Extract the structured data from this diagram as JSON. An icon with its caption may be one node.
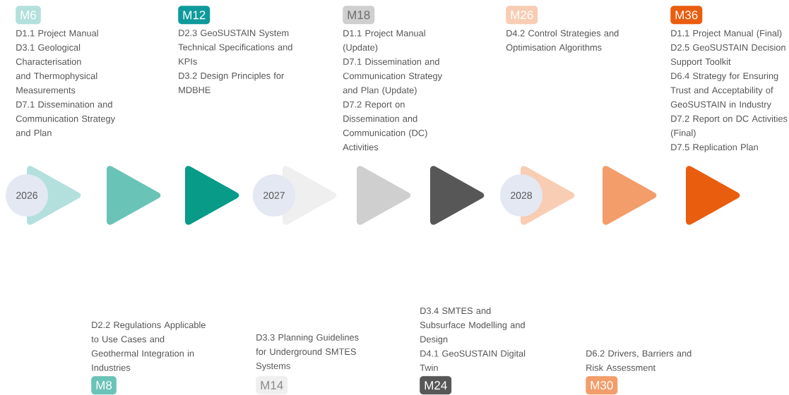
{
  "diagram": {
    "nodes": [
      {
        "text": [
          "M6"
        ],
        "beside": [
          "D1.1 Project Manual",
          "D3.1 Geological Characterisation and Thermophysical Measurements",
          "D7.1 Dissemination and Communication Strategy and Plan"
        ]
      },
      {
        "text": [
          "M12"
        ],
        "beside": [
          "D2.3 GeoSUSTAIN System Technical Specifications and KPIs",
          "D3.2 Design Principles for MDBHE"
        ]
      },
      {
        "text": [
          "M18"
        ],
        "beside": [
          "D1.1 Project Manual (Update)",
          "D7.1 Dissemination and Communication Strategy and Plan (Update)",
          "D7.2 Report on Dissemination and Communication (DC) Activities"
        ]
      },
      {
        "text": [
          "M26"
        ],
        "beside": [
          "D4.2 Control Strategies and Optimisation Algorithms"
        ]
      },
      {
        "text": [
          "M36"
        ],
        "beside": [
          "D1.1 Project Manual (Final)",
          "D2.5 GeoSUSTAIN Decision Support Toolkit",
          "D6.4 Strategy for Ensuring Trust and Acceptability of GeoSUSTAIN in Industry",
          "D7.2 Report on DC Activities (Final)",
          "D7.5 Replication Plan"
        ]
      },
      {
        "text": [
          "2026"
        ]
      },
      {
        "text": [],
        "shape": "triangle"
      },
      {
        "text": [],
        "shape": "triangle"
      },
      {
        "text": [],
        "shape": "triangle"
      },
      {
        "text": [
          "2027"
        ]
      },
      {
        "text": [],
        "shape": "triangle"
      },
      {
        "text": [],
        "shape": "triangle"
      },
      {
        "text": [],
        "shape": "triangle"
      },
      {
        "text": [
          "2028"
        ]
      },
      {
        "text": [],
        "shape": "triangle"
      },
      {
        "text": [],
        "shape": "triangle"
      },
      {
        "text": [],
        "shape": "triangle"
      },
      {
        "text": [
          "M8"
        ],
        "beside": [
          "D2.2 Regulations Applicable to Use Cases and Geothermal Integration in Industries"
        ]
      },
      {
        "text": [
          "M14"
        ],
        "beside": [
          "D3.3 Planning Guidelines for Underground SMTES Systems"
        ]
      },
      {
        "text": [
          "M24"
        ],
        "beside": [
          "D3.4 SMTES and Subsurface Modelling and Design",
          "D4.1 GeoSUSTAIN Digital Twin"
        ]
      },
      {
        "text": [
          "M30"
        ],
        "beside": [
          "D6.2 Drivers, Barriers and Risk Assessment"
        ]
      }
    ]
  }
}
